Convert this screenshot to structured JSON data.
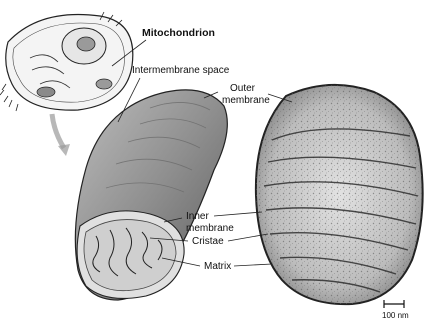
{
  "title": "Mitochondrion",
  "labels": {
    "intermembrane_space": "Intermembrane space",
    "outer_membrane_line1": "Outer",
    "outer_membrane_line2": "membrane",
    "inner_membrane_line1": "Inner",
    "inner_membrane_line2": "membrane",
    "cristae": "Cristae",
    "matrix": "Matrix",
    "scale_bar": "100 nm"
  },
  "colors": {
    "ink": "#111111",
    "membrane_gray": "#8a8a8a",
    "matrix_gray": "#d9d9d9",
    "shading_dark": "#555555",
    "micrograph_dark": "#3a3a3a"
  }
}
